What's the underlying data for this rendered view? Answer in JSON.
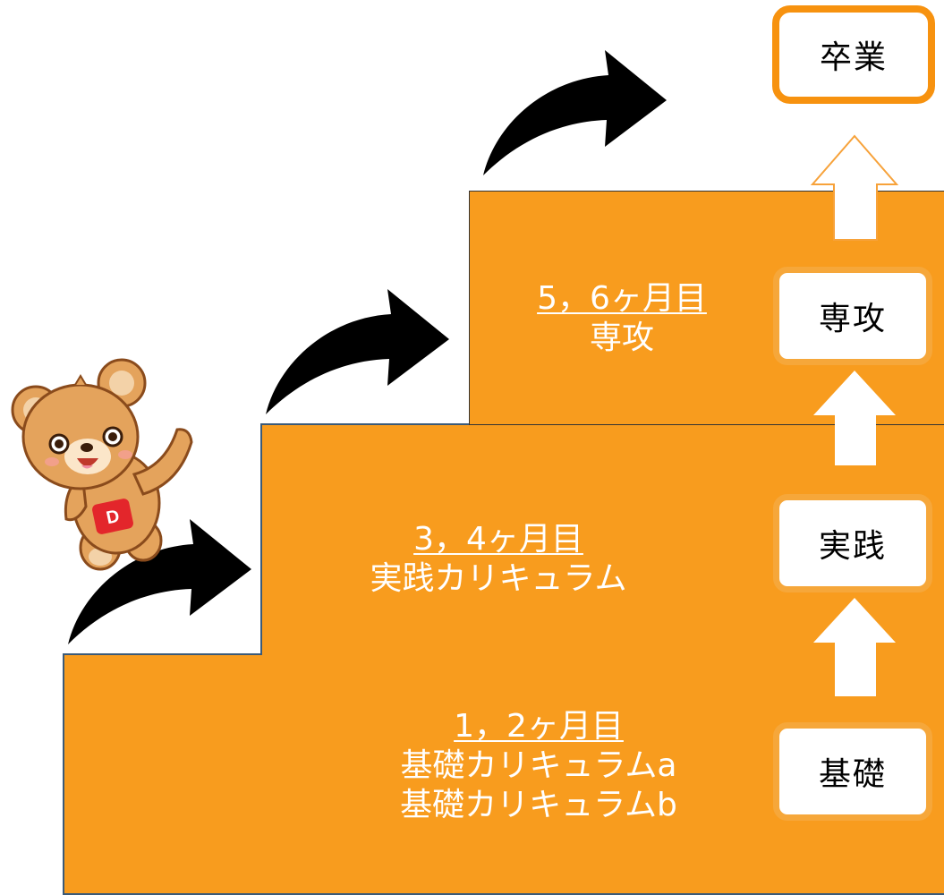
{
  "steps": [
    {
      "period": "1，2ヶ月目",
      "lines": [
        "基礎カリキュラムa",
        "基礎カリキュラムb"
      ]
    },
    {
      "period": "3，4ヶ月目",
      "lines": [
        "実践カリキュラム"
      ]
    },
    {
      "period": "5，6ヶ月目",
      "lines": [
        "専攻"
      ]
    }
  ],
  "stages": {
    "basic": "基礎",
    "practice": "実践",
    "major": "専攻",
    "graduation": "卒業"
  },
  "mascot": {
    "badge": "D"
  },
  "colors": {
    "step_fill": "#f89c1e",
    "stage_border": "#f7920f",
    "text_on_step": "#ffffff"
  }
}
